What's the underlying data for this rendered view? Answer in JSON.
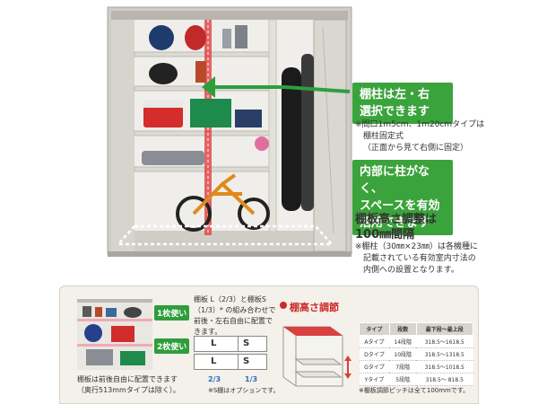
{
  "callouts": {
    "pillar_lines": [
      "棚柱は左・右",
      "選択できます"
    ],
    "no_pillar_lines": [
      "内部に柱がなく、",
      "スペースを有効",
      "活用できます"
    ]
  },
  "notes": {
    "note1_l1": "※間口1m5cm、1m20cmタイプは",
    "note1_l2": "棚柱固定式",
    "note1_l3": "（正面から見て右側に固定）",
    "shelf_heading_l1": "棚板高さ調整は",
    "shelf_heading_l2": "100㎜間隔",
    "note2_l1": "※棚柱（30㎜×23㎜）は各機種に",
    "note2_l2": "記載されている有効室内寸法の",
    "note2_l3": "内側への設置となります。"
  },
  "bottom": {
    "tag1": "1枚使い",
    "tag2": "2枚使い",
    "note_l1": "棚板は前後自由に配置できます",
    "note_l2": "（奥行513mmタイプは除く）。",
    "shelf_text": [
      "棚板 L（2/3）と棚板S",
      "（1/3）* の組み合わせで",
      "前後・左右自由に配置で",
      "きます。"
    ],
    "grid": {
      "L": "L",
      "S": "S"
    },
    "frac_left": "2/3",
    "frac_right": "1/3",
    "option_note": "※S棚はオプションです。",
    "adjust_title": "棚高さ調節",
    "table": {
      "headers": [
        "タイプ",
        "段数",
        "最下段～最上段"
      ],
      "rows": [
        [
          "Aタイプ",
          "14段階",
          "318.5～1618.5"
        ],
        [
          "Dタイプ",
          "10段階",
          "318.5～1318.5"
        ],
        [
          "Gタイプ",
          "7段階",
          "318.5～1018.5"
        ],
        [
          "Yタイプ",
          "5段階",
          "318.5～ 818.5"
        ]
      ]
    },
    "table_note": "※棚板調節ピッチは全て100mmです。"
  },
  "colors": {
    "callout_green": "#3ba33b",
    "tag_green": "#2f9d3c",
    "accent_red": "#cc2a2a",
    "frac_blue": "#2a6fbf"
  }
}
